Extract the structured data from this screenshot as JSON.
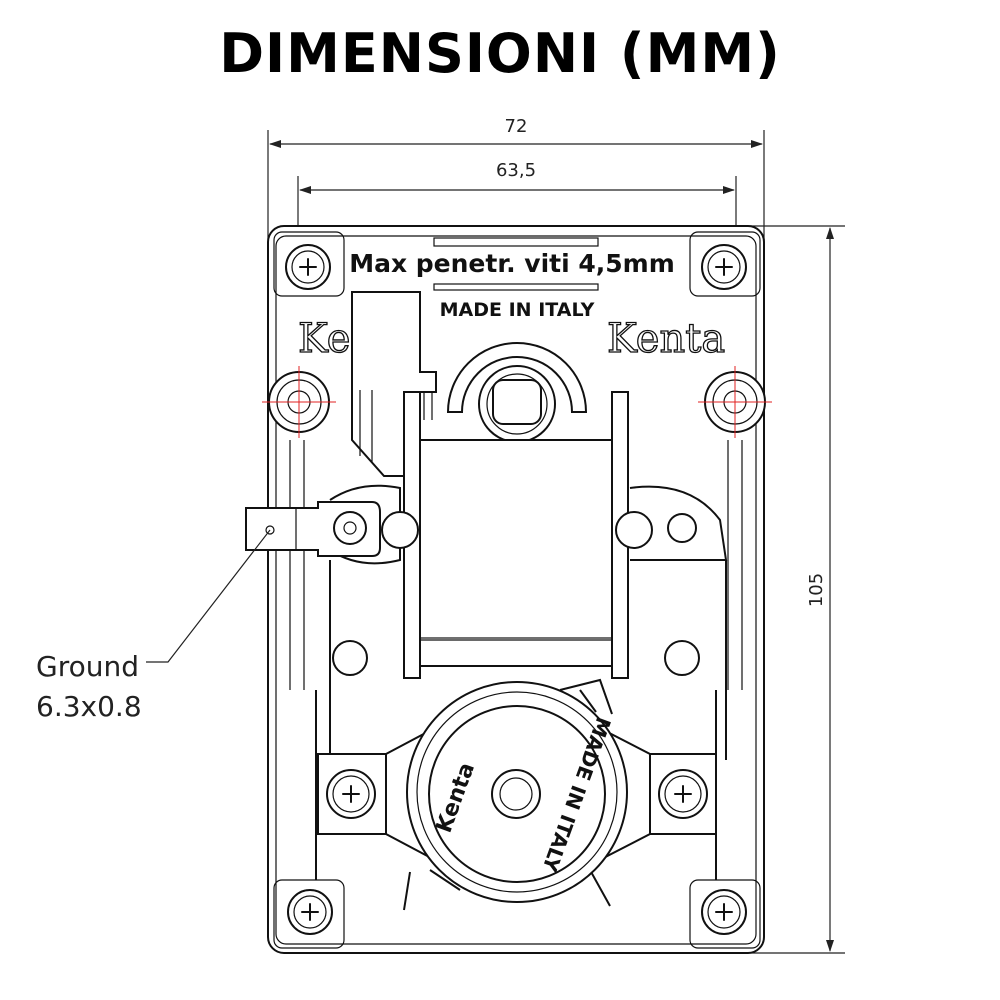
{
  "title": "DIMENSIONI (MM)",
  "dimensions": {
    "overall_width": "72",
    "hole_spacing": "63,5",
    "height": "105"
  },
  "plate_text": {
    "max_penetration": "Max penetr. viti 4,5mm",
    "made_in_italy_top": "MADE IN ITALY",
    "brand_left": "Kenta",
    "brand_right": "Kenta",
    "rotor_brand": "Kenta",
    "rotor_made_in": "MADE IN ITALY"
  },
  "callout": {
    "line1": "Ground",
    "line2": "6.3x0.8"
  },
  "colors": {
    "line": "#111111",
    "centerline": "#e02020"
  }
}
